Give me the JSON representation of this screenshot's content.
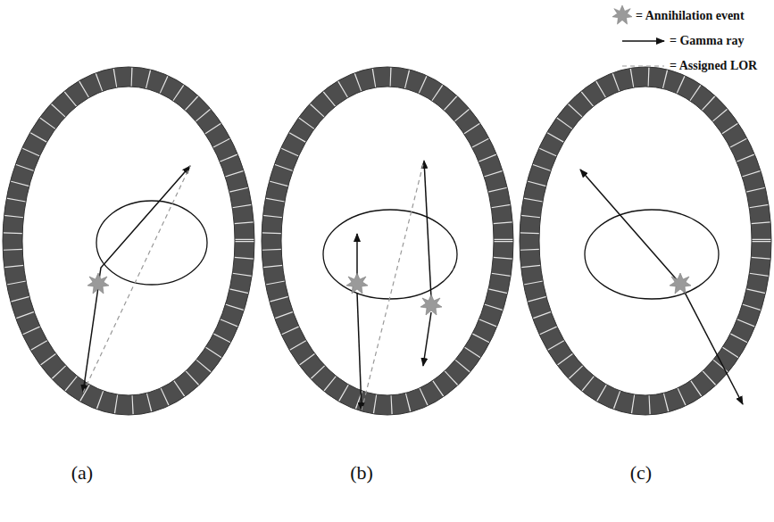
{
  "diagram": {
    "labels": [
      "(a)",
      "(b)",
      "(c)"
    ],
    "legend": [
      {
        "text": "= Annihilation event"
      },
      {
        "text": "= Gamma ray"
      },
      {
        "text": "= Assigned LOR"
      }
    ]
  }
}
